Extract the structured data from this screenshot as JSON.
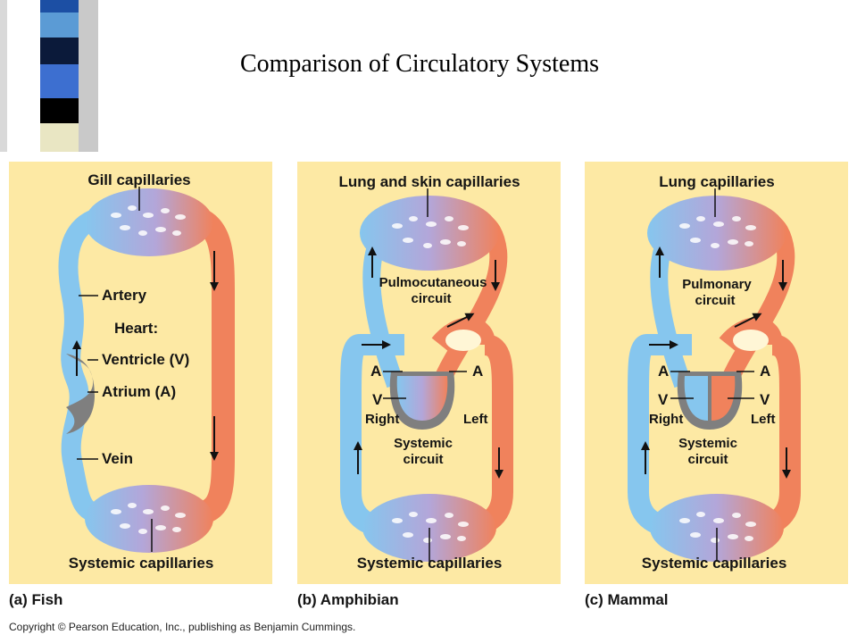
{
  "slide": {
    "title": "Comparison of Circulatory Systems"
  },
  "colors": {
    "panel_bg": "#fde9a4",
    "deoxygenated_blue": "#86c6ee",
    "oxygenated_red": "#f0825c",
    "capillary_purple": "#b3a6d9",
    "heart_gray": "#7f7f7f",
    "deco_bars": [
      "#1c4fa4",
      "#5b9bd5",
      "#0b1a3a",
      "#3d6fd0",
      "#000000",
      "#e9e6c3"
    ]
  },
  "panels": {
    "fish": {
      "caption": "(a) Fish",
      "top_label": "Gill capillaries",
      "bottom_label": "Systemic capillaries",
      "artery": "Artery",
      "heart": "Heart:",
      "ventricle": "Ventricle (V)",
      "atrium": "Atrium (A)",
      "vein": "Vein"
    },
    "amphibian": {
      "caption": "(b) Amphibian",
      "top_label": "Lung and skin capillaries",
      "circuit_line1": "Pulmocutaneous",
      "circuit_line2": "circuit",
      "a_left": "A",
      "a_right": "A",
      "v_left": "V",
      "right": "Right",
      "left": "Left",
      "systemic_line1": "Systemic",
      "systemic_line2": "circuit",
      "bottom_label": "Systemic capillaries"
    },
    "mammal": {
      "caption": "(c) Mammal",
      "top_label": "Lung capillaries",
      "circuit_line1": "Pulmonary",
      "circuit_line2": "circuit",
      "a_left": "A",
      "a_right": "A",
      "v_left": "V",
      "v_right": "V",
      "right": "Right",
      "left": "Left",
      "systemic_line1": "Systemic",
      "systemic_line2": "circuit",
      "bottom_label": "Systemic capillaries"
    }
  },
  "copyright": "Copyright © Pearson Education, Inc., publishing as Benjamin Cummings."
}
